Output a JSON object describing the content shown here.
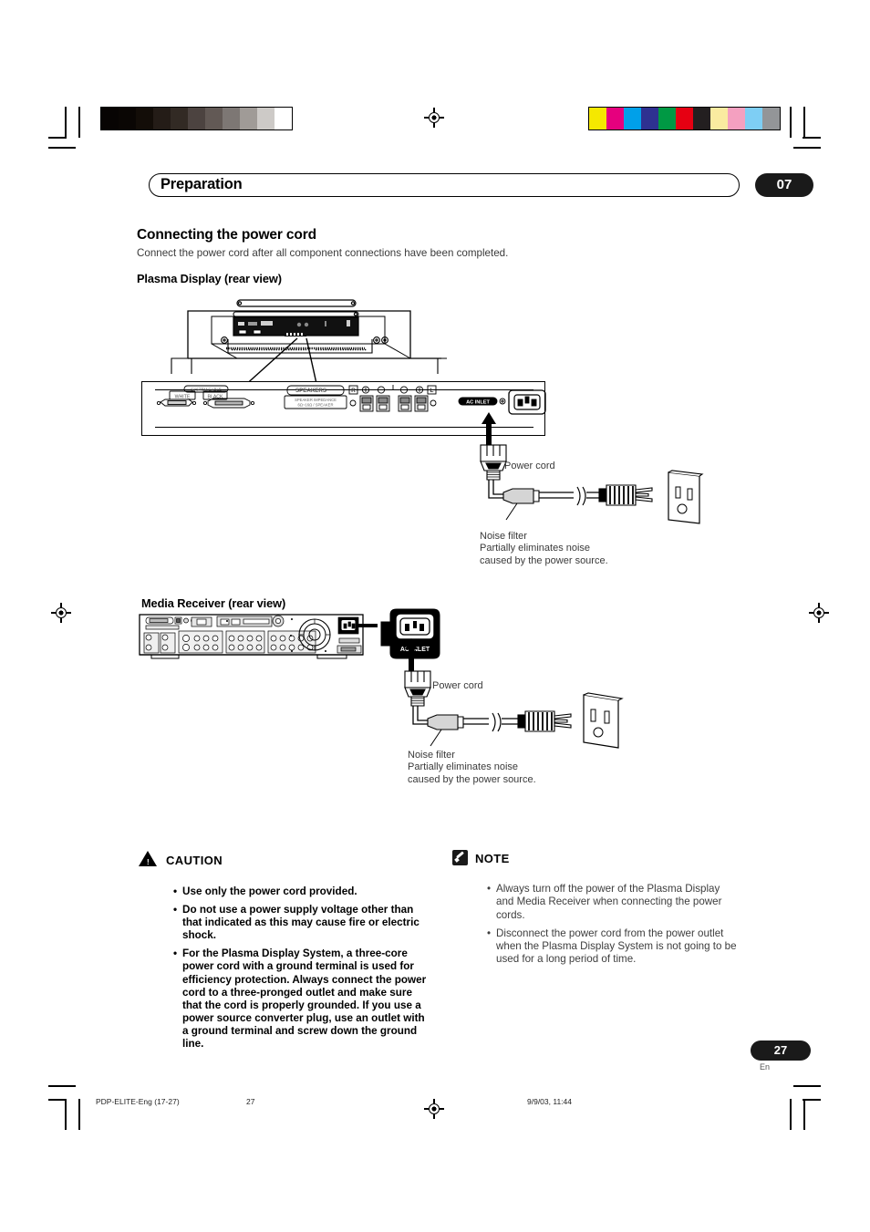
{
  "printmarks": {
    "grayscale_bar": [
      "#070403",
      "#0a0604",
      "#130d08",
      "#241c17",
      "#322a24",
      "#4c4340",
      "#625955",
      "#7d7774",
      "#a09b97",
      "#cdcac7",
      "#ffffff"
    ],
    "color_bar": [
      "#f5e800",
      "#e6007e",
      "#00a0e9",
      "#2e3191",
      "#009944",
      "#e60012",
      "#231f20",
      "#faeba0",
      "#f4a0c0",
      "#7ecef4",
      "#939598"
    ]
  },
  "header": {
    "chapter_title": "Preparation",
    "chapter_number": "07"
  },
  "section": {
    "heading": "Connecting the power cord",
    "lead": "Connect the power cord after all component connections have been completed."
  },
  "plasma": {
    "heading": "Plasma Display (rear view)",
    "panel": {
      "system_cable": "SYSTEM CABLE",
      "white": "WHITE",
      "black": "BLACK",
      "speakers": "SPEAKERS",
      "impedance_line1": "SPEAKER IMPEDANCE",
      "impedance_line2": "6Ω~16Ω / SPEAKER",
      "right_label": "R",
      "left_label": "L",
      "ac_inlet": "AC INLET"
    },
    "power_cord_label": "Power cord",
    "noise_filter_title": "Noise filter",
    "noise_filter_desc": "Partially eliminates noise\ncaused by the power source."
  },
  "media_receiver": {
    "heading": "Media Receiver (rear view)",
    "ac_inlet": "AC INLET",
    "power_cord_label": "Power cord",
    "noise_filter_title": "Noise filter",
    "noise_filter_desc": "Partially eliminates noise\ncaused by the power source."
  },
  "caution": {
    "title": "CAUTION",
    "items": [
      "Use only the power cord provided.",
      "Do not use a power supply voltage other than that indicated as this may cause fire or electric shock.",
      "For the Plasma Display System, a three-core power cord with a ground terminal is used for efficiency protection. Always connect the power cord to a three-pronged outlet and make sure that the cord is properly grounded. If you use a power source converter plug, use an outlet with a ground terminal and screw down the ground line."
    ]
  },
  "note": {
    "title": "NOTE",
    "items": [
      "Always turn off the power of the Plasma Display and Media Receiver when connecting the power cords.",
      "Disconnect the power cord from the power outlet when the Plasma Display System is not going to be used for a long period of time."
    ]
  },
  "footer": {
    "page_number": "27",
    "language": "En",
    "file_label": "PDP-ELITE-Eng (17-27)",
    "page_ref": "27",
    "timestamp": "9/9/03, 11:44"
  }
}
